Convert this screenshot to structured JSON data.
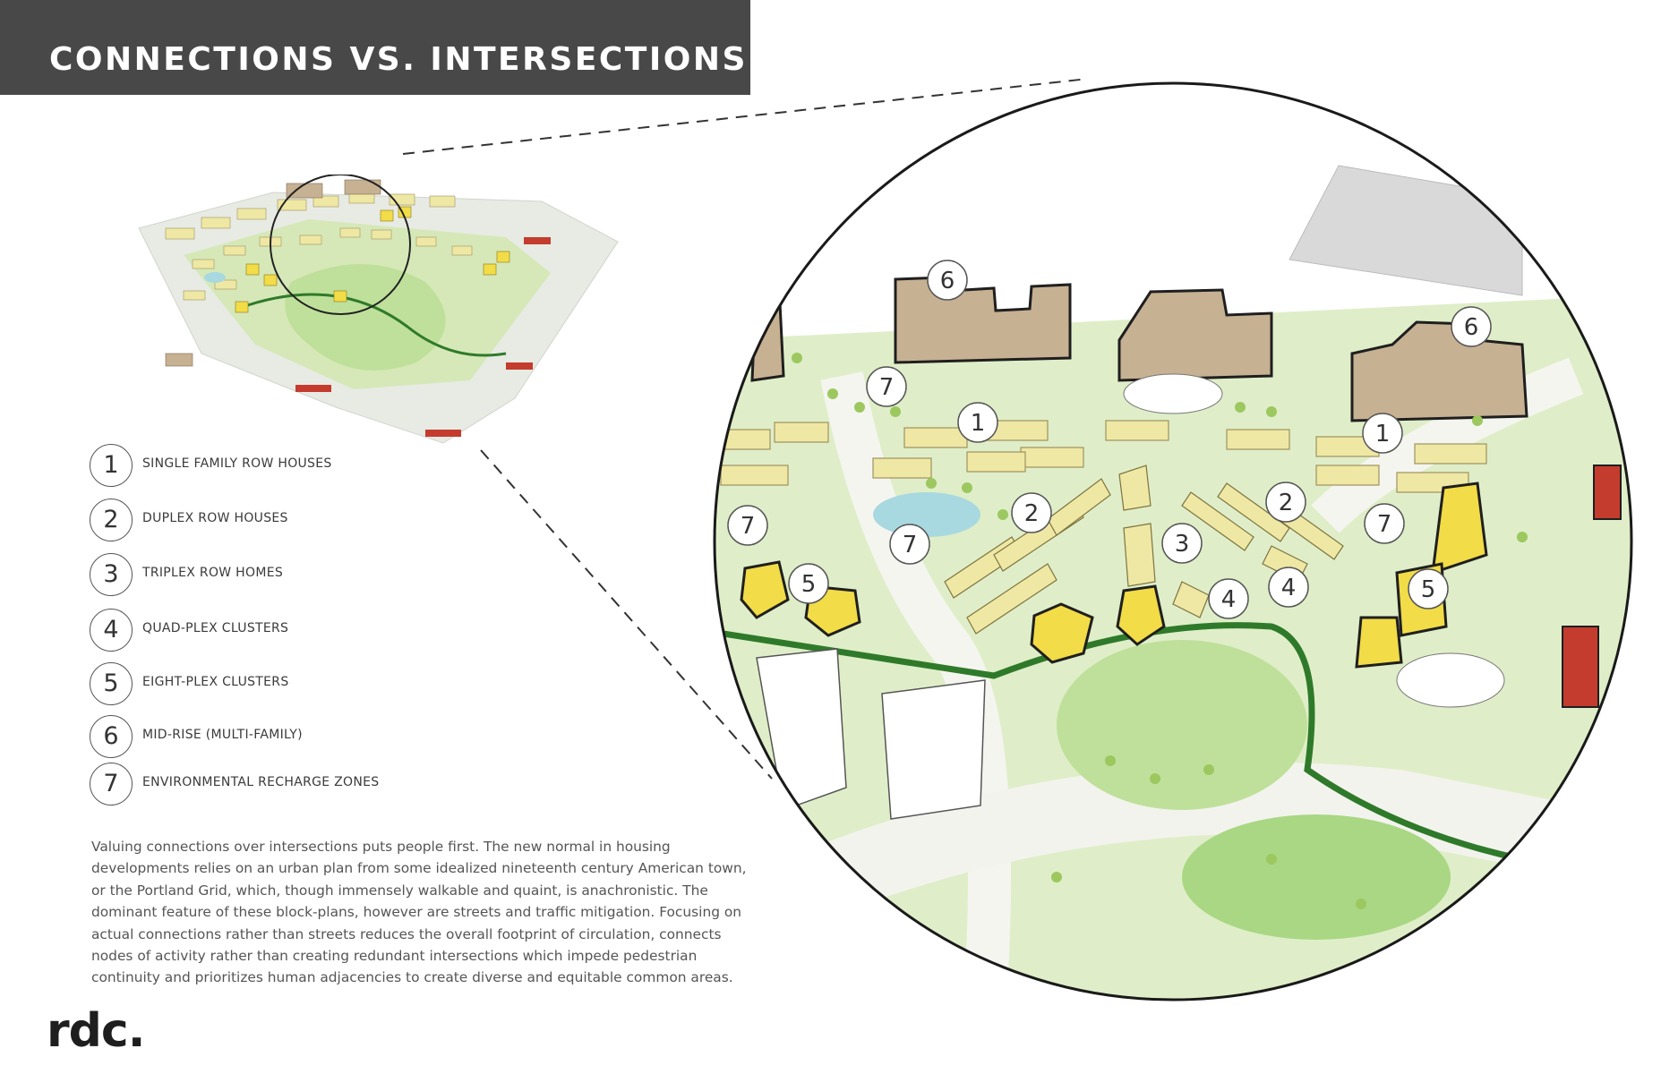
{
  "header": {
    "title": "CONNECTIONS VS. INTERSECTIONS"
  },
  "legend": [
    {
      "number": "1",
      "label": "SINGLE FAMILY ROW HOUSES"
    },
    {
      "number": "2",
      "label": "DUPLEX ROW HOUSES"
    },
    {
      "number": "3",
      "label": "TRIPLEX ROW HOMES"
    },
    {
      "number": "4",
      "label": "QUAD-PLEX CLUSTERS"
    },
    {
      "number": "5",
      "label": "EIGHT-PLEX CLUSTERS"
    },
    {
      "number": "6",
      "label": "MID-RISE (MULTI-FAMILY)"
    },
    {
      "number": "7",
      "label": "ENVIRONMENTAL RECHARGE ZONES"
    }
  ],
  "description": {
    "lines": [
      "Valuing connections over intersections puts people first.  The new normal in housing",
      "developments relies on an urban plan from some idealized nineteenth century American town,",
      "or the Portland Grid, which, though immensely walkable and quaint, is anachronistic.  The",
      "dominant feature of these block-plans, however are streets and traffic mitigation.  Focusing on",
      "actual connections rather than streets reduces the overall footprint of circulation, connects",
      "nodes of activity rather than creating redundant intersections which impede pedestrian",
      "continuity and prioritizes human adjacencies to create diverse and equitable common areas."
    ]
  },
  "logo": {
    "text": "rdc."
  },
  "zoom_labels": [
    "6",
    "6",
    "7",
    "1",
    "1",
    "2",
    "2",
    "7",
    "7",
    "7",
    "3",
    "4",
    "4",
    "5",
    "5"
  ],
  "colors": {
    "title_bar": "#484848",
    "housing_yellow": "#f2dc47",
    "housing_pale": "#efe7a4",
    "midrise_tan": "#c7b193",
    "park_green": "#cfe3a9",
    "path_green": "#2f7a2a",
    "accent_red": "#c33c2e"
  }
}
